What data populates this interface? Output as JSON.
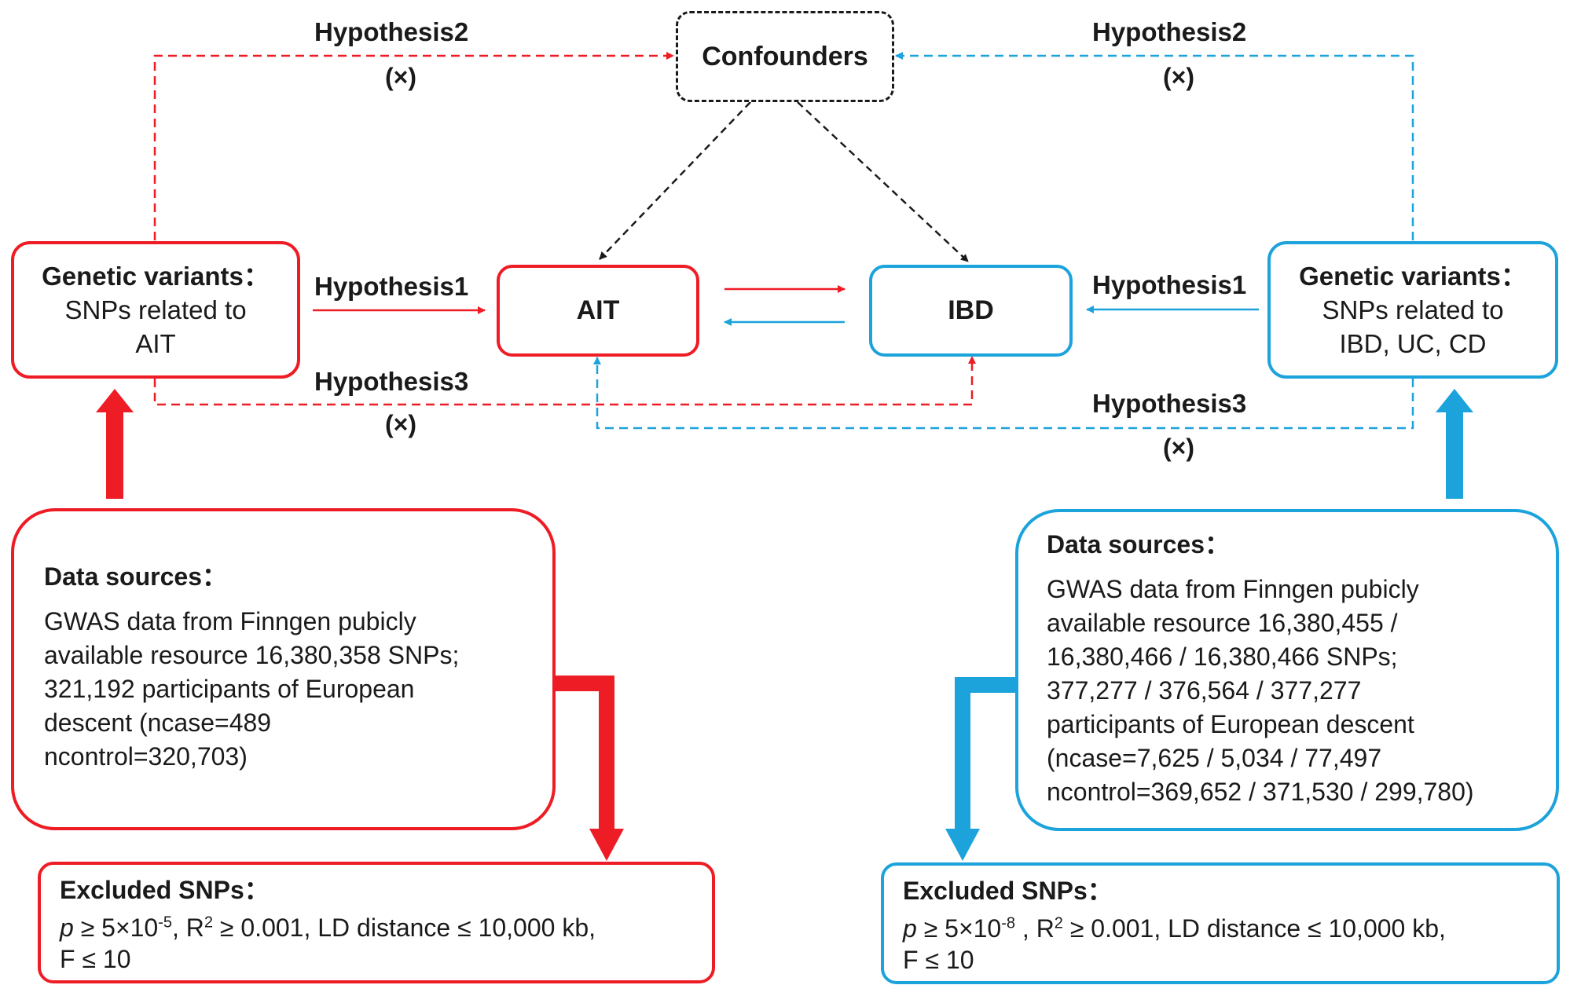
{
  "colors": {
    "red": "#ee1c24",
    "blue": "#1ca3dc",
    "black": "#1a1a1a"
  },
  "confounders": "Confounders",
  "hypothesis_labels": {
    "h2_left": "Hypothesis2",
    "h2_right": "Hypothesis2",
    "h1_left": "Hypothesis1",
    "h1_right": "Hypothesis1",
    "h3_left": "Hypothesis3",
    "h3_right": "Hypothesis3",
    "x_mark": "(×)"
  },
  "nodes": {
    "ait": "AIT",
    "ibd": "IBD"
  },
  "left_variants": {
    "title": "Genetic variants：",
    "line1": "SNPs related to",
    "line2": "AIT"
  },
  "right_variants": {
    "title": "Genetic variants：",
    "line1": "SNPs related to",
    "line2": "IBD, UC, CD"
  },
  "left_data_sources": {
    "title": "Data sources：",
    "lines": [
      "GWAS data from Finngen pubicly",
      "available resource 16,380,358 SNPs;",
      "321,192 participants of European",
      "descent (ncase=489",
      "ncontrol=320,703)"
    ]
  },
  "right_data_sources": {
    "title": "Data sources：",
    "lines": [
      "GWAS data from Finngen pubicly",
      "available resource 16,380,455 /",
      "16,380,466 / 16,380,466 SNPs;",
      "377,277 / 376,564 / 377,277",
      "participants of European descent",
      "(ncase=7,625 / 5,034 / 77,497",
      "ncontrol=369,652 / 371,530 / 299,780)"
    ]
  },
  "left_excluded": {
    "title": "Excluded SNPs：",
    "p": "p",
    "pre": " ≥ 5×10",
    "exp": "-5",
    "mid": ", R",
    "r_exp": "2",
    "post": " ≥ 0.001, LD distance ≤ 10,000 kb,",
    "line2": "F ≤ 10"
  },
  "right_excluded": {
    "title": "Excluded SNPs：",
    "p": "p",
    "pre": " ≥ 5×10",
    "exp": "-8",
    "mid": " , R",
    "r_exp": "2",
    "post": " ≥ 0.001, LD distance ≤ 10,000 kb,",
    "line2": "F ≤ 10"
  }
}
